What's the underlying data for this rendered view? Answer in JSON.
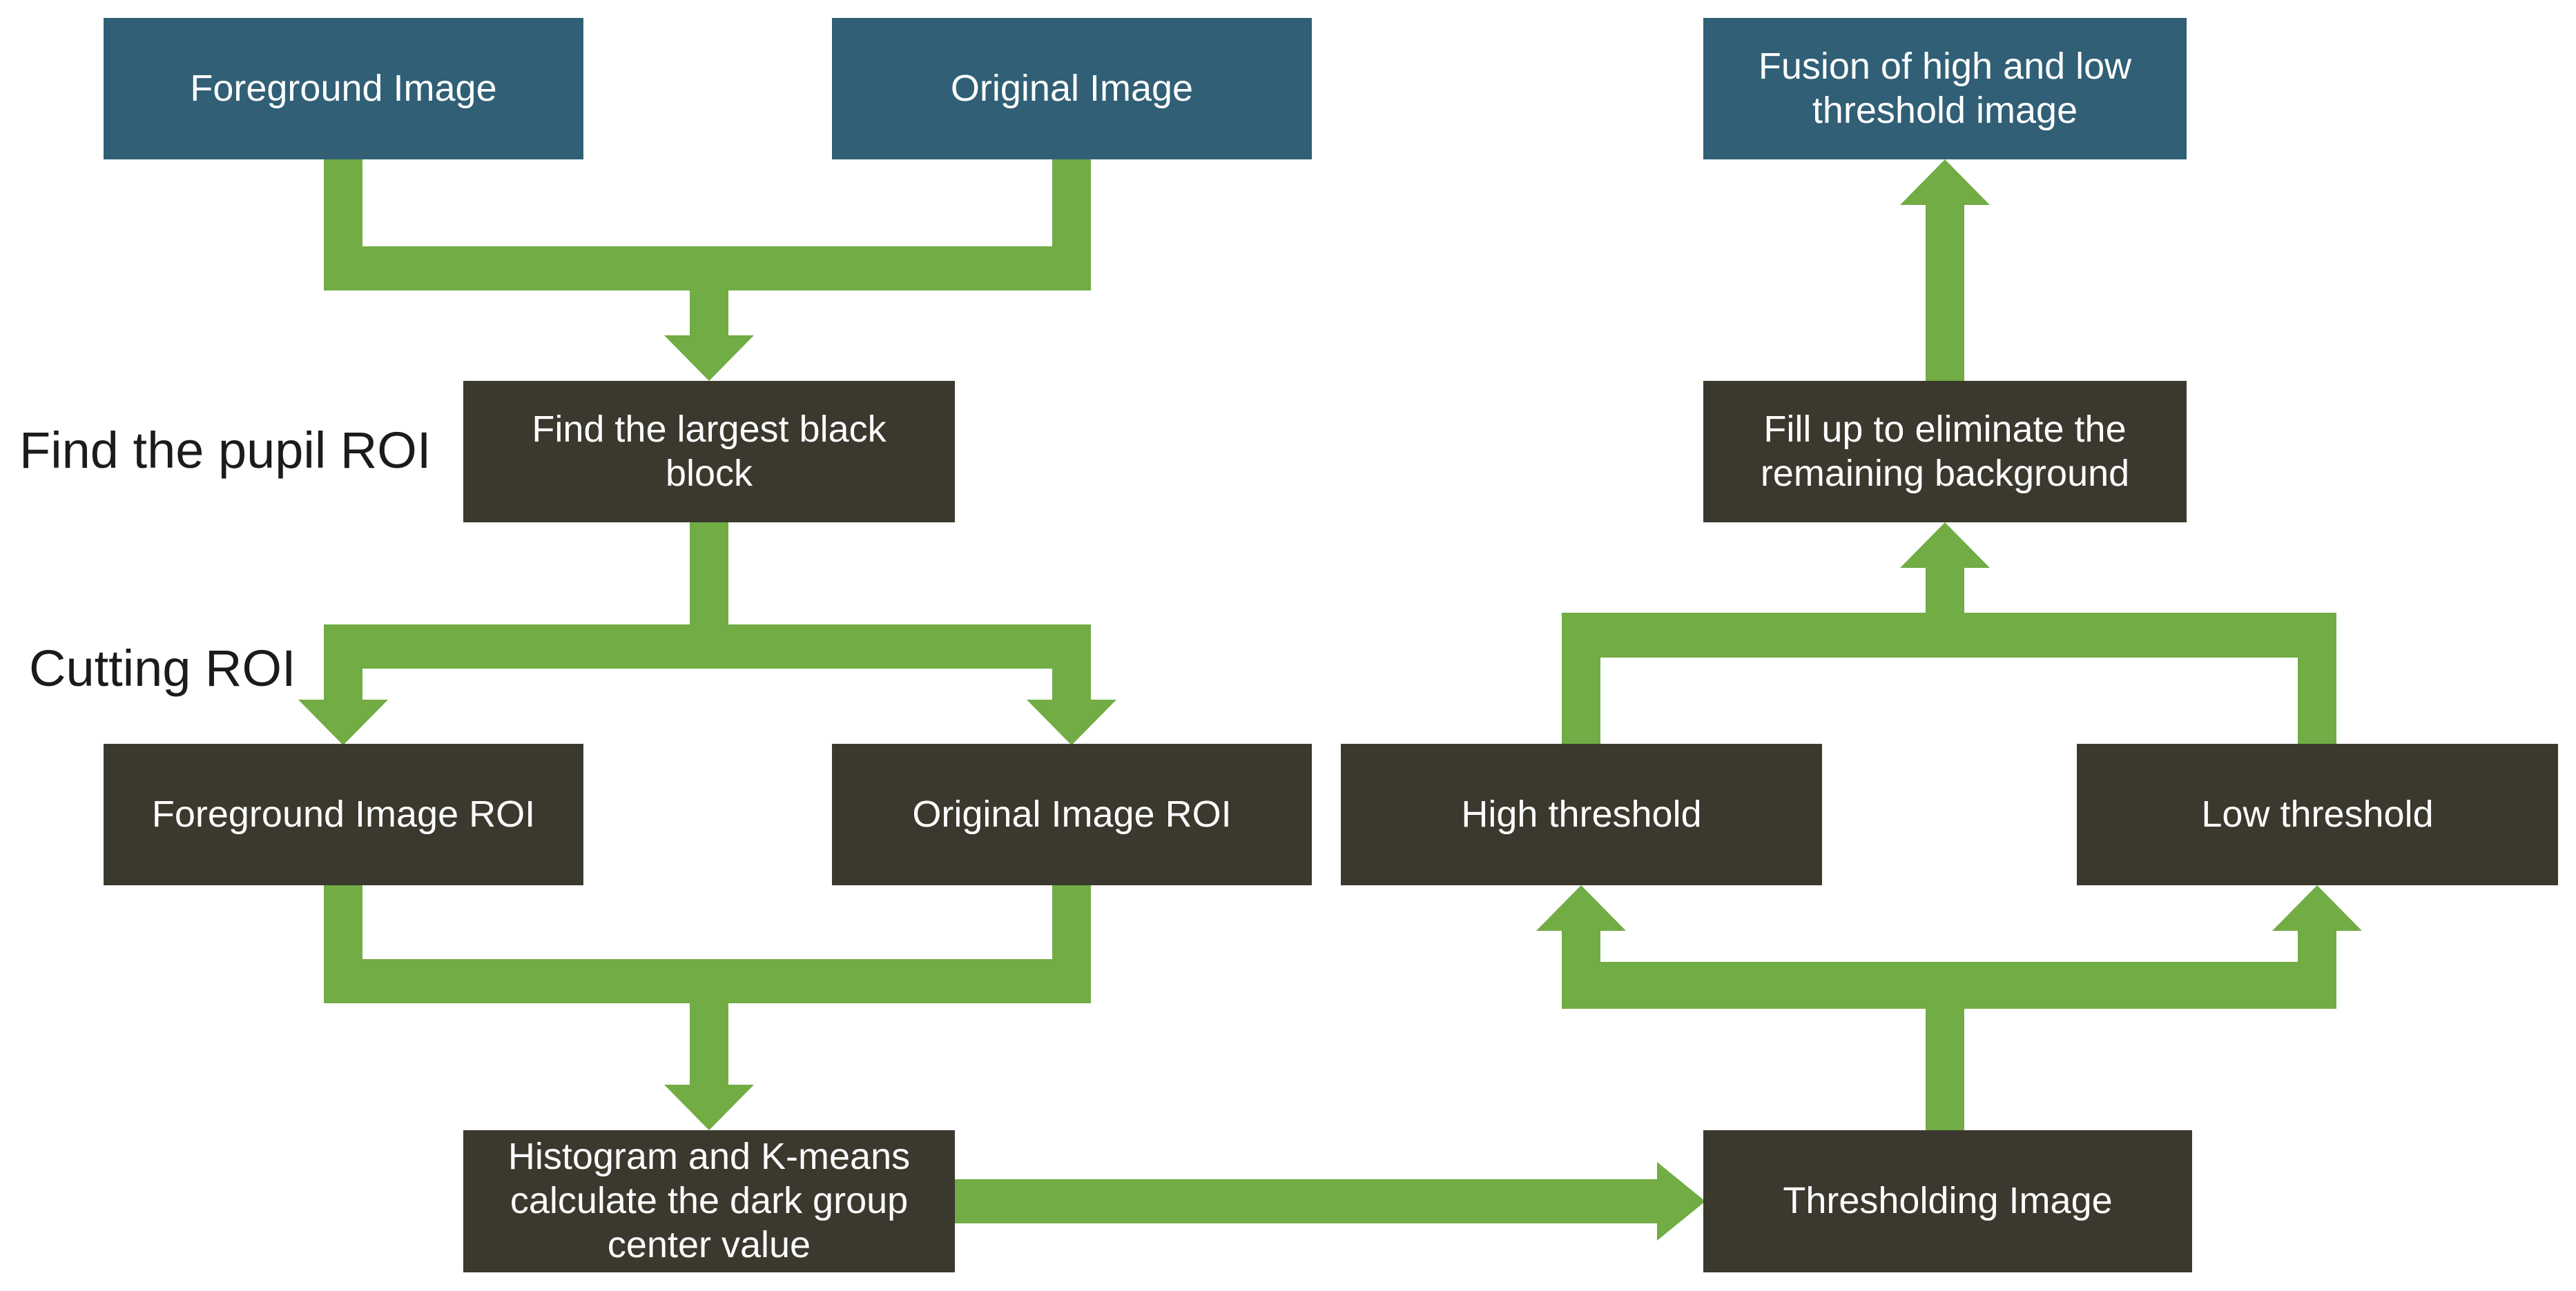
{
  "title": "Pupil detection flowchart",
  "colors": {
    "teal": "#305F76",
    "dark": "#3B382E",
    "green": "#71AC44",
    "box_text": "#FFFFFF",
    "label_text": "#1B1B1B",
    "background": "#FFFFFF"
  },
  "labels": {
    "find_pupil_roi": "Find the pupil ROI",
    "cutting_roi": "Cutting ROI"
  },
  "nodes": {
    "foreground_image": {
      "lines": [
        "Foreground Image"
      ]
    },
    "original_image": {
      "lines": [
        "Original Image"
      ]
    },
    "fusion": {
      "lines": [
        "Fusion of high and low",
        "threshold image"
      ]
    },
    "find_largest_black_block": {
      "lines": [
        "Find the largest black",
        "block"
      ]
    },
    "fill_up": {
      "lines": [
        "Fill up to eliminate the",
        "remaining background"
      ]
    },
    "foreground_image_roi": {
      "lines": [
        "Foreground Image ROI"
      ]
    },
    "original_image_roi": {
      "lines": [
        "Original Image ROI"
      ]
    },
    "high_threshold": {
      "lines": [
        "High threshold"
      ]
    },
    "low_threshold": {
      "lines": [
        "Low threshold"
      ]
    },
    "histogram_kmeans": {
      "lines": [
        "Histogram and K-means",
        "calculate the dark group",
        "center value"
      ]
    },
    "thresholding_image": {
      "lines": [
        "Thresholding Image"
      ]
    }
  },
  "connections": [
    {
      "from": [
        "foreground_image",
        "original_image"
      ],
      "to": "find_largest_black_block",
      "direction": "down"
    },
    {
      "from": [
        "find_largest_black_block"
      ],
      "to": "foreground_image_roi",
      "direction": "down"
    },
    {
      "from": [
        "find_largest_black_block"
      ],
      "to": "original_image_roi",
      "direction": "down"
    },
    {
      "from": [
        "foreground_image_roi",
        "original_image_roi"
      ],
      "to": "histogram_kmeans",
      "direction": "down"
    },
    {
      "from": [
        "histogram_kmeans"
      ],
      "to": "thresholding_image",
      "direction": "right"
    },
    {
      "from": [
        "thresholding_image"
      ],
      "to": "high_threshold",
      "direction": "up"
    },
    {
      "from": [
        "thresholding_image"
      ],
      "to": "low_threshold",
      "direction": "up"
    },
    {
      "from": [
        "high_threshold",
        "low_threshold"
      ],
      "to": "fill_up",
      "direction": "up"
    },
    {
      "from": [
        "fill_up"
      ],
      "to": "fusion",
      "direction": "up"
    }
  ]
}
